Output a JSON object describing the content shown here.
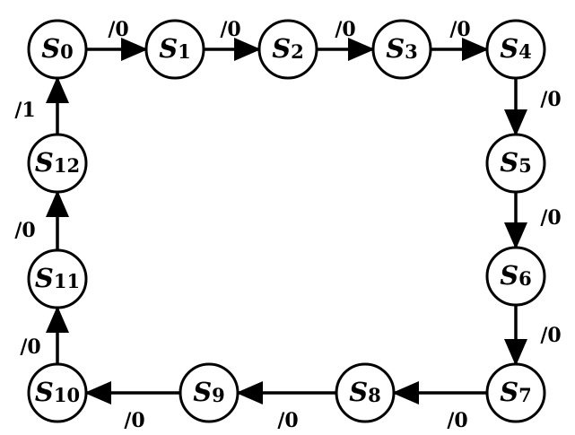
{
  "states": [
    {
      "id": "s0",
      "letter": "S",
      "sub": "0"
    },
    {
      "id": "s1",
      "letter": "S",
      "sub": "1"
    },
    {
      "id": "s2",
      "letter": "S",
      "sub": "2"
    },
    {
      "id": "s3",
      "letter": "S",
      "sub": "3"
    },
    {
      "id": "s4",
      "letter": "S",
      "sub": "4"
    },
    {
      "id": "s5",
      "letter": "S",
      "sub": "5"
    },
    {
      "id": "s6",
      "letter": "S",
      "sub": "6"
    },
    {
      "id": "s7",
      "letter": "S",
      "sub": "7"
    },
    {
      "id": "s8",
      "letter": "S",
      "sub": "8"
    },
    {
      "id": "s9",
      "letter": "S",
      "sub": "9"
    },
    {
      "id": "s10",
      "letter": "S",
      "sub": "10"
    },
    {
      "id": "s11",
      "letter": "S",
      "sub": "11"
    },
    {
      "id": "s12",
      "letter": "S",
      "sub": "12"
    }
  ],
  "transitions": [
    {
      "from": "s0",
      "to": "s1",
      "label": "/0"
    },
    {
      "from": "s1",
      "to": "s2",
      "label": "/0"
    },
    {
      "from": "s2",
      "to": "s3",
      "label": "/0"
    },
    {
      "from": "s3",
      "to": "s4",
      "label": "/0"
    },
    {
      "from": "s4",
      "to": "s5",
      "label": "/0"
    },
    {
      "from": "s5",
      "to": "s6",
      "label": "/0"
    },
    {
      "from": "s6",
      "to": "s7",
      "label": "/0"
    },
    {
      "from": "s7",
      "to": "s8",
      "label": "/0"
    },
    {
      "from": "s8",
      "to": "s9",
      "label": "/0"
    },
    {
      "from": "s9",
      "to": "s10",
      "label": "/0"
    },
    {
      "from": "s10",
      "to": "s11",
      "label": "/0"
    },
    {
      "from": "s11",
      "to": "s12",
      "label": "/0"
    },
    {
      "from": "s12",
      "to": "s0",
      "label": "/1"
    }
  ]
}
